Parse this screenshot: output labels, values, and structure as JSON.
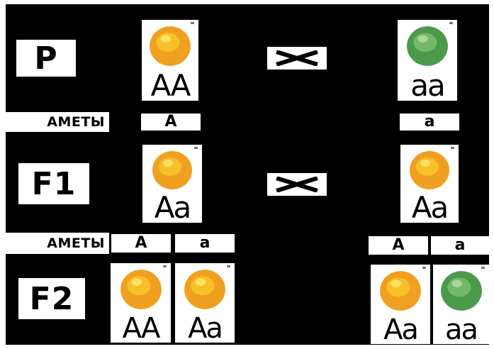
{
  "rows": {
    "p": "P",
    "f1": "F1",
    "f2": "F2",
    "gametes_1": "АМЕТЫ",
    "gametes_2": "АМЕТЫ"
  },
  "cross_symbol": "×",
  "parents": [
    {
      "genotype": "AA",
      "color": "yellow"
    },
    {
      "genotype": "aa",
      "color": "green"
    }
  ],
  "parent_gametes": [
    "A",
    "a"
  ],
  "f1": [
    {
      "genotype": "Aa",
      "color": "yellow"
    },
    {
      "genotype": "Aa",
      "color": "yellow"
    }
  ],
  "f1_gametes": [
    "A",
    "a",
    "A",
    "a"
  ],
  "f2": [
    {
      "genotype": "AA",
      "color": "yellow"
    },
    {
      "genotype": "Aa",
      "color": "yellow"
    },
    {
      "genotype": "Aa",
      "color": "yellow"
    },
    {
      "genotype": "aa",
      "color": "green"
    }
  ],
  "colors": {
    "yellow_pea": "#f0a020",
    "green_pea": "#4a9a4a",
    "background": "#000000"
  }
}
